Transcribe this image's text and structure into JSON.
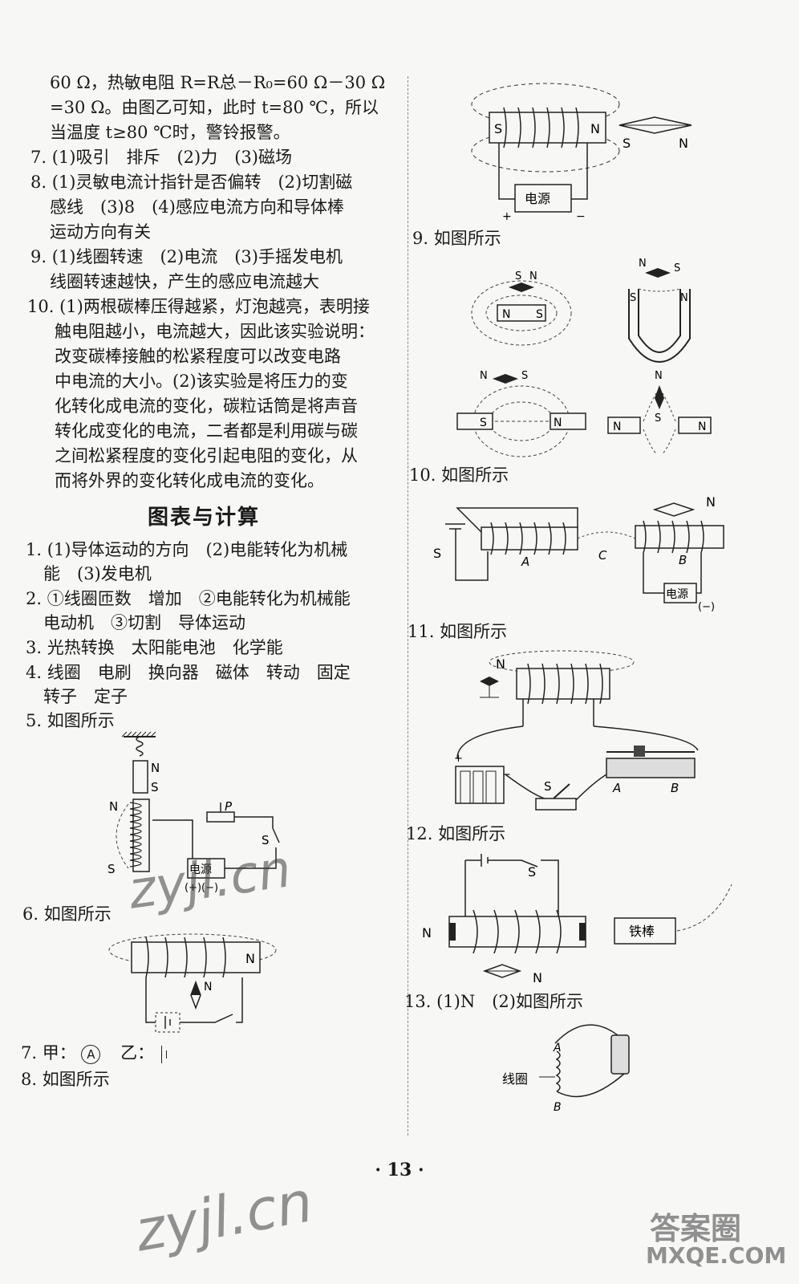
{
  "left": {
    "lines": [
      "60 Ω，热敏电阻 R=R总－R₀=60 Ω－30 Ω",
      "=30 Ω。由图乙可知，此时 t=80 ℃，所以",
      "当温度 t≥80 ℃时，警铃报警。",
      "7. (1)吸引　排斥　(2)力　(3)磁场",
      "8. (1)灵敏电流计指针是否偏转　(2)切割磁",
      "感线　(3)8　(4)感应电流方向和导体棒",
      "运动方向有关",
      "9. (1)线圈转速　(2)电流　(3)手摇发电机",
      "线圈转速越快，产生的感应电流越大",
      "10. (1)两根碳棒压得越紧，灯泡越亮，表明接",
      "触电阻越小，电流越大，因此该实验说明：",
      "改变碳棒接触的松紧程度可以改变电路",
      "中电流的大小。(2)该实验是将压力的变",
      "化转化成电流的变化，碳粒话筒是将声音",
      "转化成变化的电流，二者都是利用碳与碳",
      "之间松紧程度的变化引起电阻的变化，从",
      "而将外界的变化转化成电流的变化。"
    ],
    "section_title": "图表与计算",
    "items": [
      "1. (1)导体运动的方向　(2)电能转化为机械",
      "能　(3)发电机",
      "2. ①线圈匝数　增加　②电能转化为机械能",
      "电动机　③切割　导体运动",
      "3. 光热转换　太阳能电池　化学能",
      "4. 线圈　电刷　换向器　磁体　转动　固定",
      "转子　定子",
      "5. 如图所示",
      "6. 如图所示",
      "7. 甲：",
      "8. 如图所示"
    ],
    "item7_a": "A",
    "item7_b": "乙："
  },
  "right": {
    "item9": "9. 如图所示",
    "item10": "10. 如图所示",
    "item11": "11. 如图所示",
    "item12": "12. 如图所示",
    "item13": "13. (1)N　(2)如图所示"
  },
  "labels": {
    "N": "N",
    "S": "S",
    "P": "P",
    "A": "A",
    "B": "B",
    "C": "C",
    "power": "电源",
    "plus": "+",
    "minus": "−",
    "neg": "(−)",
    "iron_rod": "铁棒",
    "coil": "线圈",
    "pm": "(+)(−)"
  },
  "page_number": "· 13 ·",
  "watermarks": {
    "mid": "zyjl.cn",
    "bottom": "zyjl.cn",
    "corner_top": "答案圈",
    "corner_bottom": "MXQE.COM"
  }
}
